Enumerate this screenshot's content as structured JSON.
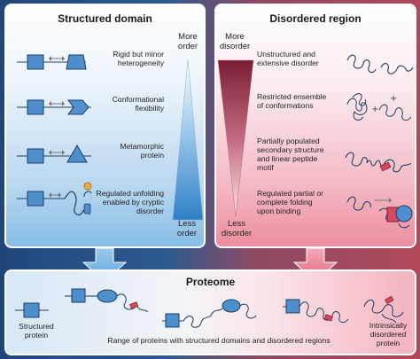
{
  "structured_domain": {
    "title": "Structured domain",
    "axis_top": [
      "More",
      "order"
    ],
    "axis_bottom": [
      "Less",
      "order"
    ],
    "rows": [
      {
        "label": [
          "Rigid but minor",
          "heterogeneity"
        ]
      },
      {
        "label": [
          "Conformational",
          "flexibility"
        ]
      },
      {
        "label": [
          "Metamorphic",
          "protein"
        ]
      },
      {
        "label": [
          "Regulated unfolding",
          "enabled by cryptic",
          "disorder"
        ]
      }
    ]
  },
  "disordered_region": {
    "title": "Disordered region",
    "axis_top": [
      "More",
      "disorder"
    ],
    "axis_bottom": [
      "Less",
      "disorder"
    ],
    "rows": [
      {
        "label": [
          "Unstructured and",
          "extensive disorder"
        ]
      },
      {
        "label": [
          "Restricted ensemble",
          "of conformations"
        ]
      },
      {
        "label": [
          "Partially populated",
          "secondary structure",
          "and linear peptide",
          "motif"
        ]
      },
      {
        "label": [
          "Regulated partial or",
          "complete folding",
          "upon binding"
        ]
      }
    ]
  },
  "proteome": {
    "title": "Proteome",
    "left_label": [
      "Structured",
      "protein"
    ],
    "right_label": [
      "Intrinsically",
      "disordered",
      "protein"
    ],
    "range_label": "Range of proteins with structured domains and disordered regions"
  },
  "colors": {
    "blue_shape": "#4f8fce",
    "red_accent": "#d9475e",
    "outline": "#1d3f66"
  }
}
